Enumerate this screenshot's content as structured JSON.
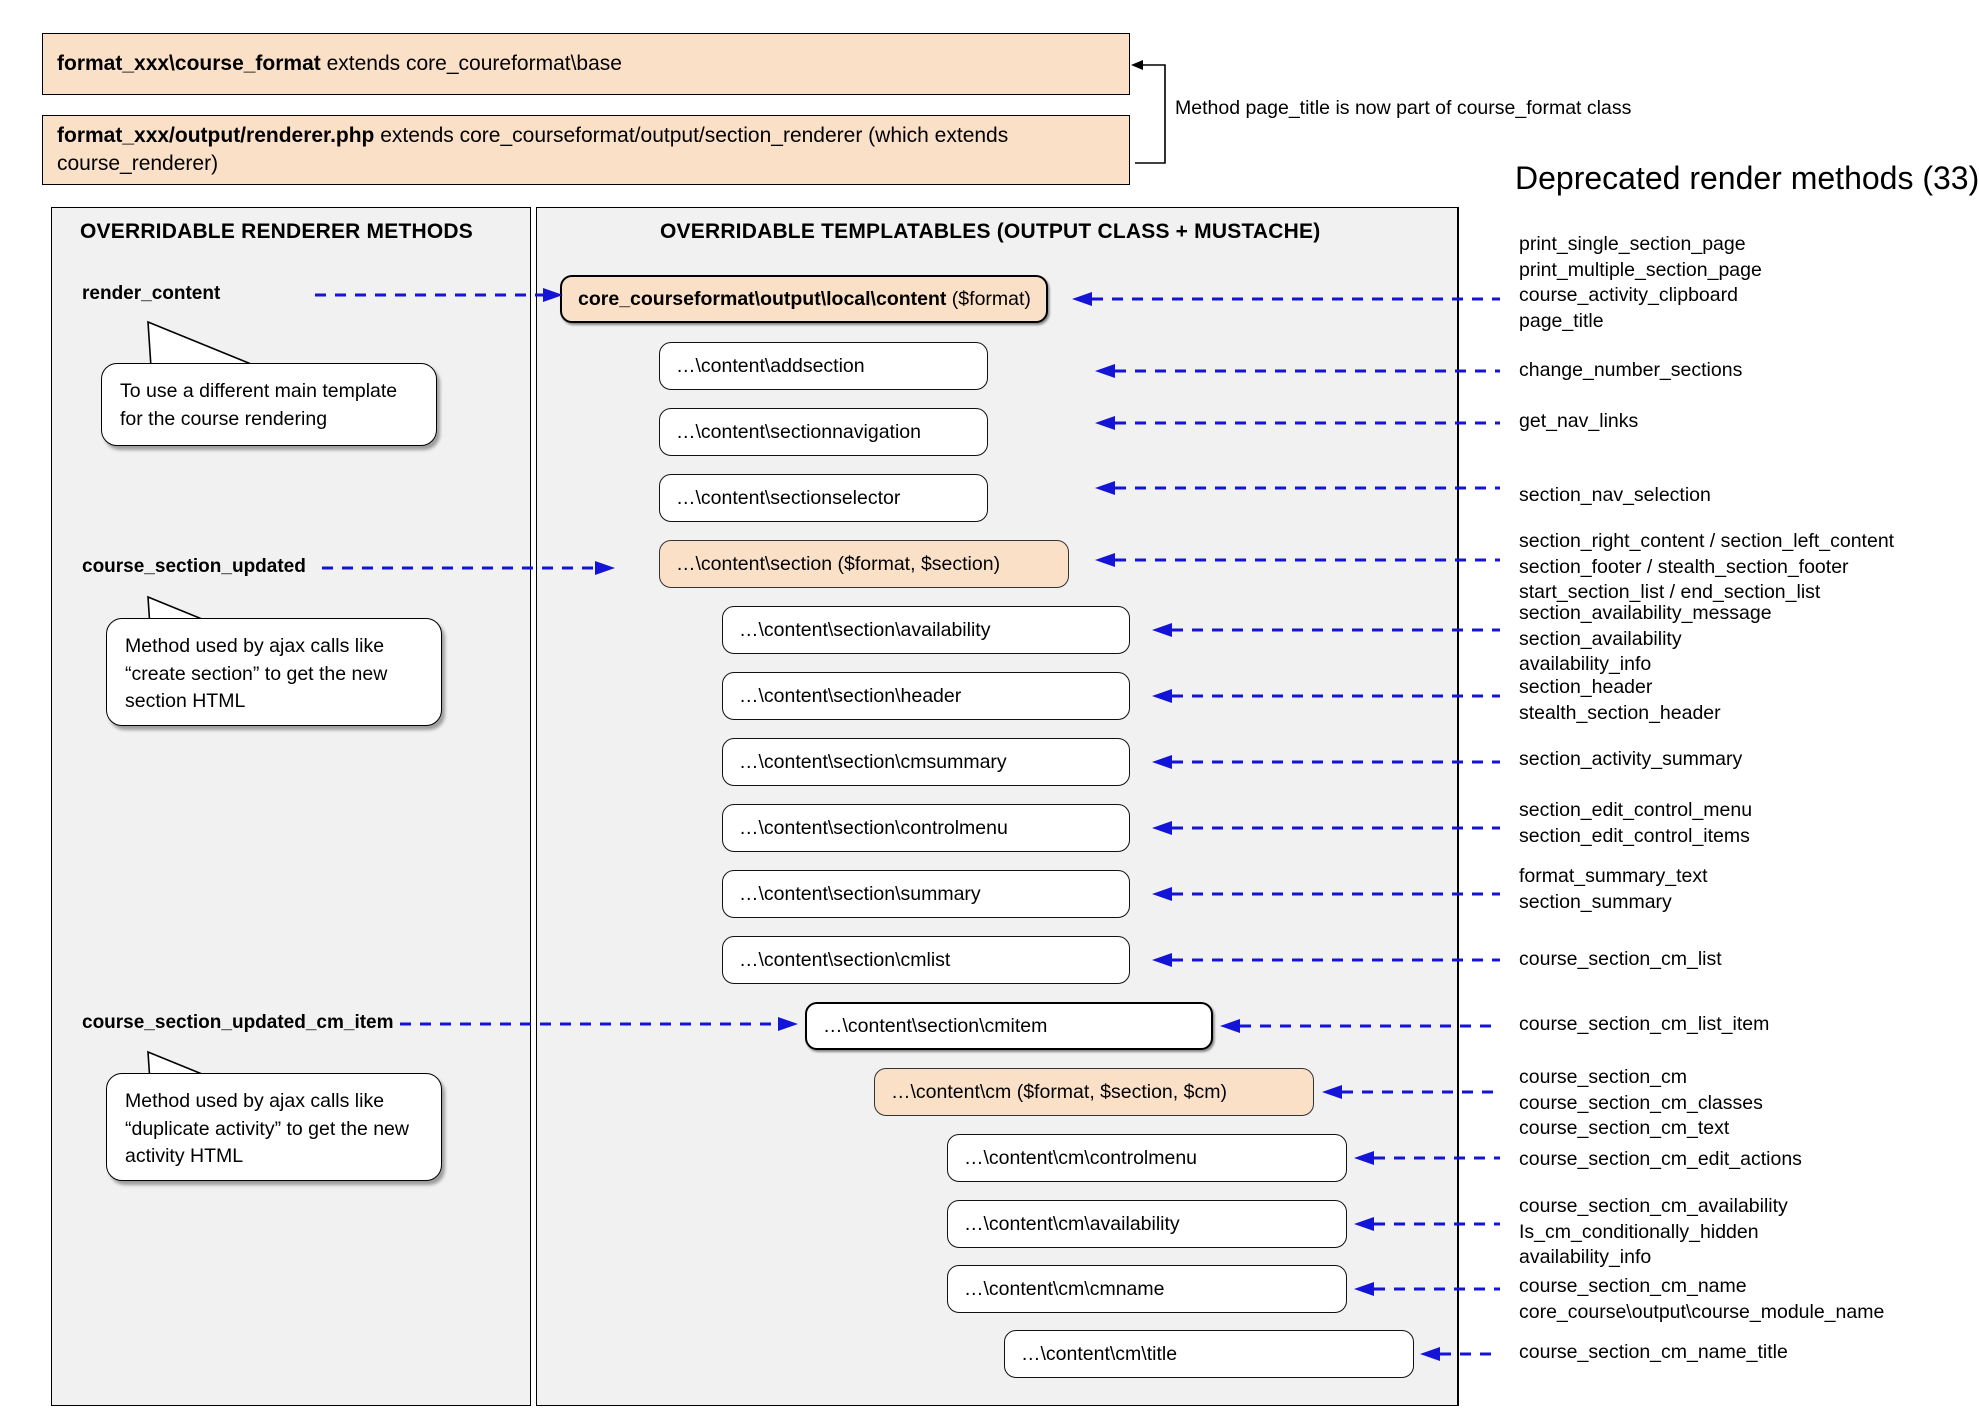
{
  "header": {
    "boxes": [
      {
        "bold": "format_xxx\\course_format",
        "rest": " extends core_coureformat\\base"
      },
      {
        "bold": "format_xxx/output/renderer.php",
        "rest": " extends core_courseformat/output/section_renderer (which extends course_renderer)"
      }
    ],
    "note": "Method page_title is now part of course_format class"
  },
  "deprecated_title": "Deprecated render methods (33)",
  "left_panel": {
    "title": "OVERRIDABLE RENDERER METHODS",
    "methods": [
      {
        "label": "render_content",
        "callout": "To use a different main template for the course rendering"
      },
      {
        "label": "course_section_updated",
        "callout": "Method used by ajax calls like “create section” to get the new section HTML"
      },
      {
        "label": "course_section_updated_cm_item",
        "callout": "Method used by ajax calls like “duplicate activity” to get the new activity HTML"
      }
    ]
  },
  "center_panel": {
    "title": "OVERRIDABLE TEMPLATABLES (OUTPUT CLASS + MUSTACHE)",
    "boxes": [
      {
        "bold": "core_courseformat\\output\\local\\content",
        "rest": " ($format)",
        "style": "peach-strong"
      },
      {
        "bold": "",
        "rest": "…\\content\\addsection",
        "style": "plain"
      },
      {
        "bold": "",
        "rest": "…\\content\\sectionnavigation",
        "style": "plain"
      },
      {
        "bold": "",
        "rest": "…\\content\\sectionselector",
        "style": "plain"
      },
      {
        "bold": "",
        "rest": "…\\content\\section ($format, $section)",
        "style": "peach"
      },
      {
        "bold": "",
        "rest": "…\\content\\section\\availability",
        "style": "plain"
      },
      {
        "bold": "",
        "rest": "…\\content\\section\\header",
        "style": "plain"
      },
      {
        "bold": "",
        "rest": "…\\content\\section\\cmsummary",
        "style": "plain"
      },
      {
        "bold": "",
        "rest": "…\\content\\section\\controlmenu",
        "style": "plain"
      },
      {
        "bold": "",
        "rest": "…\\content\\section\\summary",
        "style": "plain"
      },
      {
        "bold": "",
        "rest": "…\\content\\section\\cmlist",
        "style": "plain"
      },
      {
        "bold": "",
        "rest": "…\\content\\section\\cmitem",
        "style": "strong"
      },
      {
        "bold": "",
        "rest": "…\\content\\cm ($format, $section, $cm)",
        "style": "peach"
      },
      {
        "bold": "",
        "rest": "…\\content\\cm\\controlmenu",
        "style": "plain"
      },
      {
        "bold": "",
        "rest": "…\\content\\cm\\availability",
        "style": "plain"
      },
      {
        "bold": "",
        "rest": "…\\content\\cm\\cmname",
        "style": "plain"
      },
      {
        "bold": "",
        "rest": "…\\content\\cm\\title",
        "style": "plain"
      }
    ]
  },
  "deprecated_groups": [
    {
      "lines": [
        "print_single_section_page",
        "print_multiple_section_page",
        "course_activity_clipboard",
        "page_title"
      ]
    },
    {
      "lines": [
        "change_number_sections"
      ]
    },
    {
      "lines": [
        "get_nav_links"
      ]
    },
    {
      "lines": [
        "section_nav_selection"
      ]
    },
    {
      "lines": [
        "section_right_content / section_left_content",
        "section_footer / stealth_section_footer",
        "start_section_list / end_section_list"
      ]
    },
    {
      "lines": [
        "section_availability_message",
        "section_availability",
        "availability_info"
      ]
    },
    {
      "lines": [
        "section_header",
        "stealth_section_header"
      ]
    },
    {
      "lines": [
        "section_activity_summary"
      ]
    },
    {
      "lines": [
        "section_edit_control_menu",
        "section_edit_control_items"
      ]
    },
    {
      "lines": [
        "format_summary_text",
        "section_summary"
      ]
    },
    {
      "lines": [
        "course_section_cm_list"
      ]
    },
    {
      "lines": [
        "course_section_cm_list_item"
      ]
    },
    {
      "lines": [
        "course_section_cm",
        "course_section_cm_classes",
        "course_section_cm_text"
      ]
    },
    {
      "lines": [
        "course_section_cm_edit_actions"
      ]
    },
    {
      "lines": [
        "course_section_cm_availability",
        "Is_cm_conditionally_hidden",
        "availability_info"
      ]
    },
    {
      "lines": [
        "course_section_cm_name",
        "core_course\\output\\course_module_name"
      ]
    },
    {
      "lines": [
        "course_section_cm_name_title"
      ]
    }
  ],
  "colors": {
    "peach": "#fbe0c8",
    "panel": "#f1f1f1",
    "arrow": "#1414d8",
    "text": "#000000"
  }
}
